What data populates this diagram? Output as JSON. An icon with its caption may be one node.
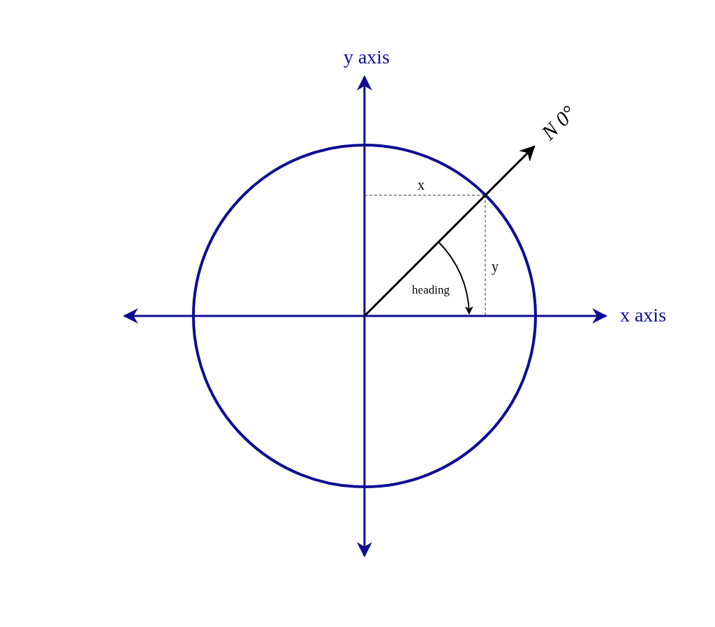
{
  "diagram": {
    "labels": [
      "y axis",
      "N 0°",
      "x",
      "y",
      "heading",
      "x axis"
    ]
  }
}
